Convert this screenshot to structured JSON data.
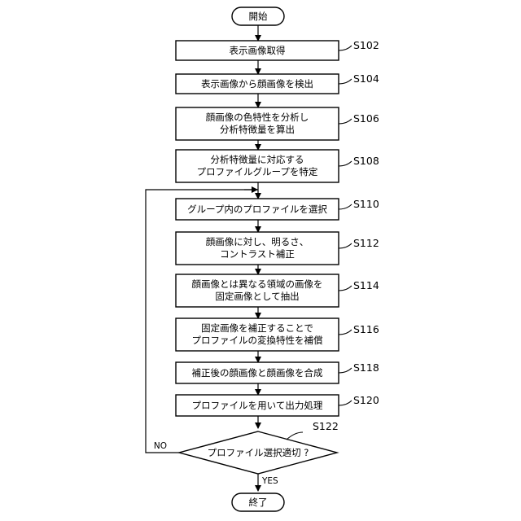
{
  "start_label": "開始",
  "end_label": "終了",
  "steps": [
    {
      "id": "S102",
      "lines": [
        "表示画像取得"
      ]
    },
    {
      "id": "S104",
      "lines": [
        "表示画像から顔画像を検出"
      ]
    },
    {
      "id": "S106",
      "lines": [
        "顔画像の色特性を分析し",
        "分析特徴量を算出"
      ]
    },
    {
      "id": "S108",
      "lines": [
        "分析特徴量に対応する",
        "プロファイルグループを特定"
      ]
    },
    {
      "id": "S110",
      "lines": [
        "グループ内のプロファイルを選択"
      ]
    },
    {
      "id": "S112",
      "lines": [
        "顔画像に対し、明るさ、",
        "コントラスト補正"
      ]
    },
    {
      "id": "S114",
      "lines": [
        "顔画像とは異なる領域の画像を",
        "固定画像として抽出"
      ]
    },
    {
      "id": "S116",
      "lines": [
        "固定画像を補正することで",
        "プロファイルの変換特性を補償"
      ]
    },
    {
      "id": "S118",
      "lines": [
        "補正後の顔画像と顔画像を合成"
      ]
    },
    {
      "id": "S120",
      "lines": [
        "プロファイルを用いて出力処理"
      ]
    }
  ],
  "decision": {
    "id": "S122",
    "text": "プロファイル選択適切 ?",
    "no_label": "NO",
    "yes_label": "YES"
  }
}
